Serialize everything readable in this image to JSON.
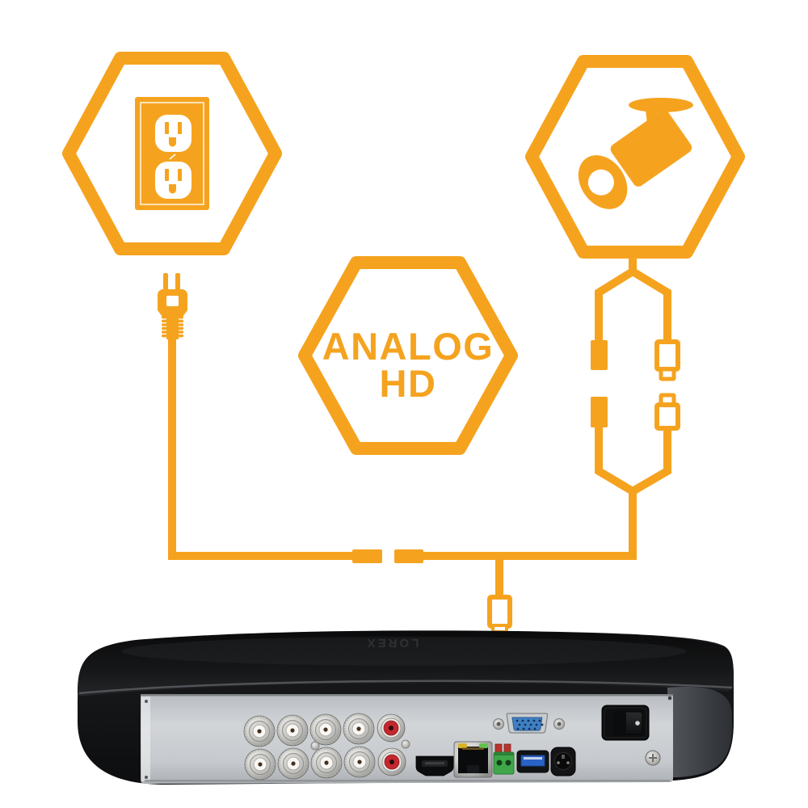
{
  "diagram": {
    "center_label": {
      "line1": "ANALOG",
      "line2": "HD"
    },
    "device_brand": "LOREX",
    "colors": {
      "accent": "#F5A31F",
      "device_black": "#131416",
      "panel_gray": "#C7CACE",
      "vga_blue": "#3F80C2",
      "usb_blue": "#2A63C5",
      "rca_red": "#C4282E",
      "terminal_green": "#3FA74A",
      "led_yellow": "#D9B427",
      "led_green": "#62C24E"
    },
    "icons": [
      "power-outlet-icon",
      "bullet-camera-icon",
      "power-plug-icon",
      "cable-connector-icon",
      "bnc-connector-icon",
      "rca-connector-icon",
      "hdmi-port-icon",
      "ethernet-port-icon",
      "terminal-block-icon",
      "usb-port-icon",
      "power-jack-icon",
      "vga-port-icon",
      "power-switch-icon"
    ],
    "port_counts": {
      "bnc": 8,
      "rca": 2
    }
  }
}
